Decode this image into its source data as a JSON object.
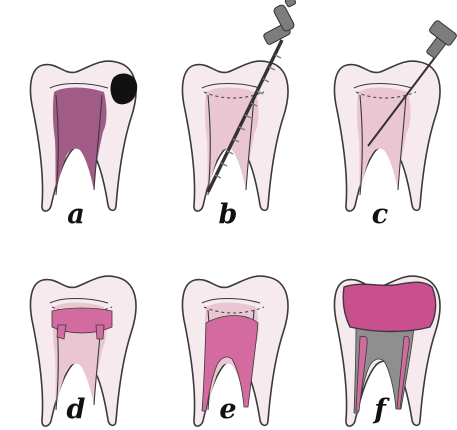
{
  "figure": {
    "panels": [
      {
        "id": "a",
        "label": "a",
        "stage": "carious-tooth"
      },
      {
        "id": "b",
        "label": "b",
        "stage": "canal-instrumentation-file"
      },
      {
        "id": "c",
        "label": "c",
        "stage": "canal-irrigation-needle"
      },
      {
        "id": "d",
        "label": "d",
        "stage": "canal-filled"
      },
      {
        "id": "e",
        "label": "e",
        "stage": "canals-obturated"
      },
      {
        "id": "f",
        "label": "f",
        "stage": "crown-restoration"
      }
    ]
  },
  "colors": {
    "outline": "#3a3a3a",
    "dentin": "#f6eaee",
    "pulp": "#e9c6d2",
    "infected_pulp": "#a05c86",
    "decay": "#111111",
    "filling": "#d36aa0",
    "restoration": "#c94f8e",
    "base": "#8f8f8f",
    "instrument_metal": "#7d7d7d",
    "instrument_dark": "#333333"
  }
}
